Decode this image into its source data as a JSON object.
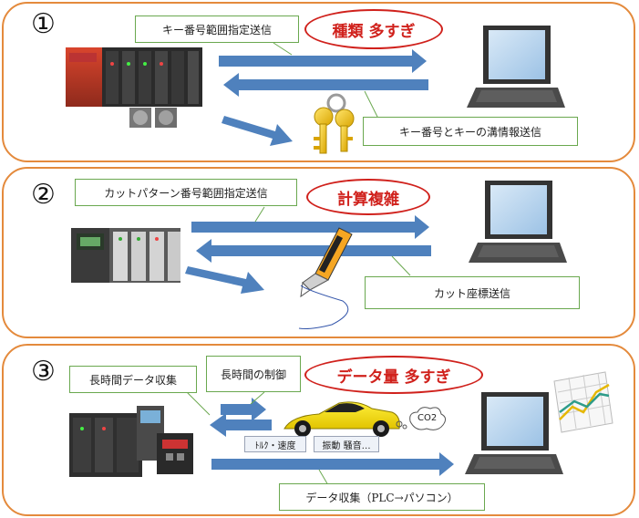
{
  "panels": [
    {
      "number": "①",
      "callout_top": "キー番号範囲指定送信",
      "issue": "種類 多すぎ",
      "callout_bottom": "キー番号とキーの溝情報送信"
    },
    {
      "number": "②",
      "callout_top": "カットパターン番号範囲指定送信",
      "issue": "計算複雑",
      "callout_bottom": "カット座標送信"
    },
    {
      "number": "③",
      "callout_left": "長時間データ収集",
      "callout_control": "長時間の制御",
      "issue": "データ量 多すぎ",
      "label_torque": "ﾄﾙｸ・速度",
      "label_vibration": "振動 騒音…",
      "co2": "CO2",
      "callout_bottom": "データ収集（PLC→パソコン）"
    }
  ],
  "colors": {
    "panel_border": "#e48a3c",
    "arrow_fill": "#4f81bd",
    "issue_red": "#d0211c",
    "callout_border": "#6aa84f"
  }
}
